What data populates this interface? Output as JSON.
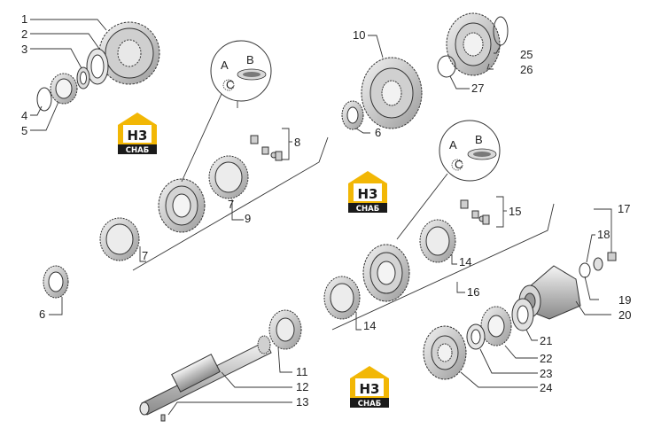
{
  "labels": [
    "1",
    "2",
    "3",
    "4",
    "5",
    "6",
    "7",
    "7",
    "8",
    "9",
    "10",
    "6",
    "25",
    "26",
    "27",
    "15",
    "14",
    "14",
    "16",
    "17",
    "18",
    "19",
    "20",
    "21",
    "22",
    "23",
    "24",
    "11",
    "12",
    "13"
  ],
  "detail_letters": [
    "A",
    "B",
    "A",
    "B"
  ],
  "detail_c": [
    "C",
    "C"
  ],
  "logos": [
    {
      "main": "H3",
      "sub": "СНАБ"
    },
    {
      "main": "H3",
      "sub": "СНАБ"
    },
    {
      "main": "H3",
      "sub": "СНАБ"
    }
  ],
  "colors": {
    "logo_yellow": "#f2b705",
    "logo_dark": "#1a1a1a",
    "part_fill": "#d9d9d9"
  }
}
